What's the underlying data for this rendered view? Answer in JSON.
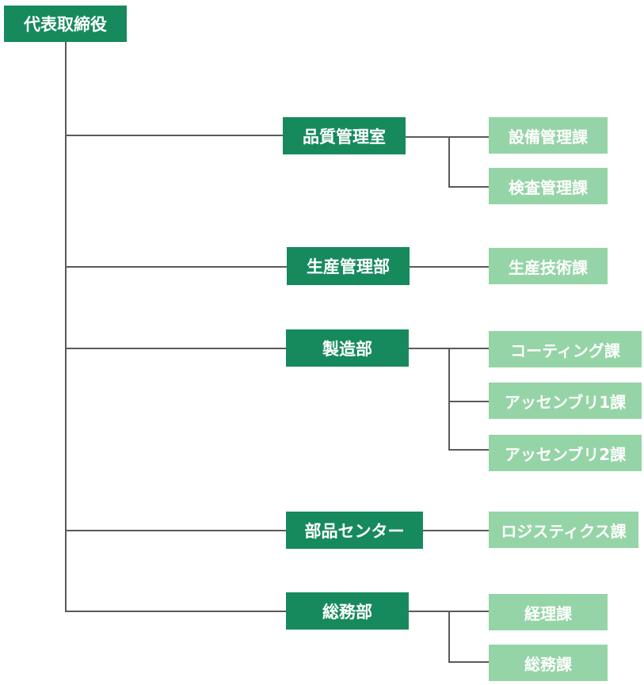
{
  "org_chart": {
    "root": {
      "label": "代表取締役"
    },
    "departments": [
      {
        "label": "品質管理室",
        "sections": [
          "設備管理課",
          "検査管理課"
        ]
      },
      {
        "label": "生産管理部",
        "sections": [
          "生産技術課"
        ]
      },
      {
        "label": "製造部",
        "sections": [
          "コーティング課",
          "アッセンブリ1課",
          "アッセンブリ2課"
        ]
      },
      {
        "label": "部品センター",
        "sections": [
          "ロジスティクス課"
        ]
      },
      {
        "label": "総務部",
        "sections": [
          "経理課",
          "総務課"
        ]
      }
    ]
  },
  "colors": {
    "dark_box": "#168a5d",
    "light_box": "#95d4a6",
    "line": "#5a5a5a"
  }
}
